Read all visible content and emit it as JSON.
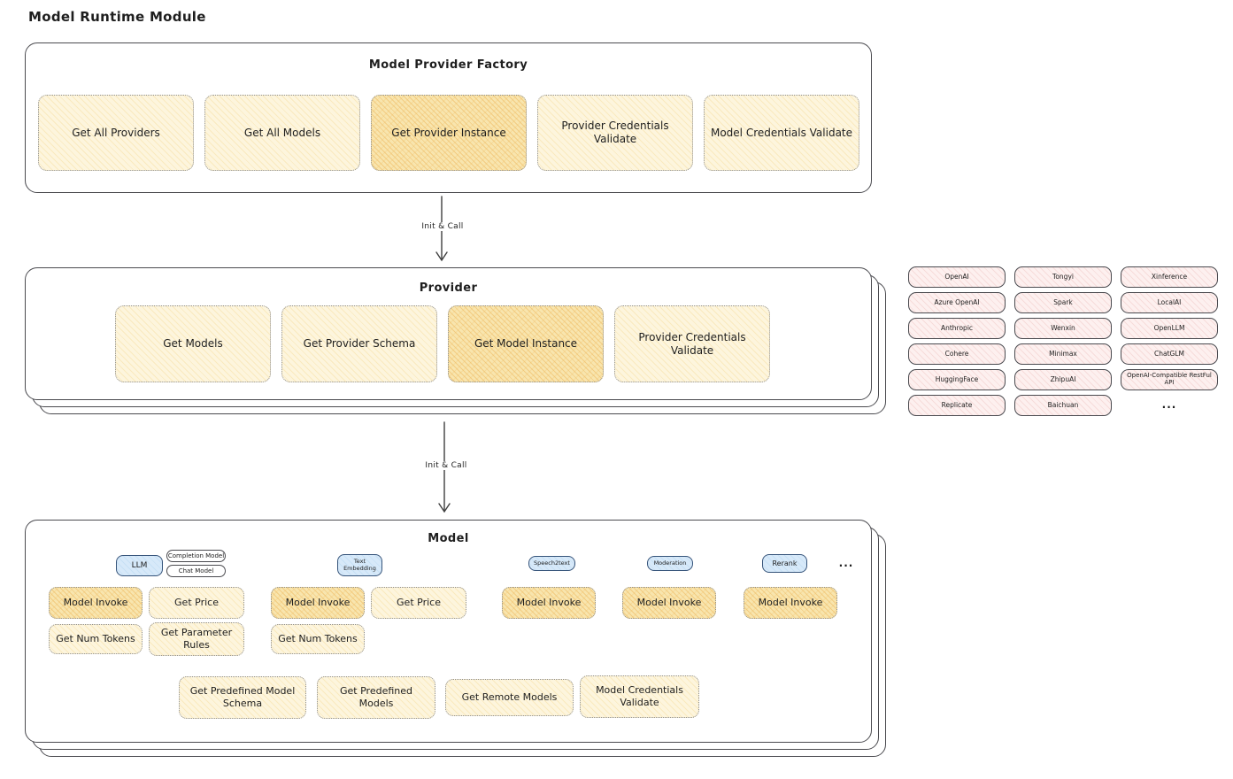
{
  "title": "Model Runtime Module",
  "colors": {
    "box_border": "#4a4a4f",
    "dotted_border": "#8f8f8f",
    "light_fill": "#fdf5dd",
    "strong_fill": "#f8e5ae",
    "pink_fill": "#fdf0ef",
    "blue_fill": "#d7e9f9",
    "blue_border": "#36547a",
    "text": "#1e1e1e"
  },
  "factory": {
    "title": "Model Provider Factory",
    "buttons": [
      {
        "label": "Get All Providers"
      },
      {
        "label": "Get All Models"
      },
      {
        "label": "Get Provider Instance"
      },
      {
        "label": "Provider Credentials Validate"
      },
      {
        "label": "Model Credentials Validate"
      }
    ]
  },
  "arrow1": {
    "label": "Init & Call"
  },
  "arrow2": {
    "label": "Init & Call"
  },
  "provider": {
    "title": "Provider",
    "buttons": [
      {
        "label": "Get Models"
      },
      {
        "label": "Get Provider Schema"
      },
      {
        "label": "Get Model Instance"
      },
      {
        "label": "Provider Credentials Validate"
      }
    ]
  },
  "providers": {
    "items": [
      "OpenAI",
      "Tongyi",
      "Xinference",
      "Azure OpenAI",
      "Spark",
      "LocalAI",
      "Anthropic",
      "Wenxin",
      "OpenLLM",
      "Cohere",
      "Minimax",
      "ChatGLM",
      "HuggingFace",
      "ZhipuAI",
      "OpenAI-Compatible RestFul API",
      "Replicate",
      "Baichuan"
    ],
    "more": "..."
  },
  "model": {
    "title": "Model",
    "badges": [
      "LLM",
      "Completion Model",
      "Chat Model",
      "Text Embedding",
      "Speech2text",
      "Moderation",
      "Rerank"
    ],
    "more": "...",
    "row1": [
      "Model Invoke",
      "Get Price",
      "Model Invoke",
      "Get Price",
      "Model Invoke",
      "Model Invoke",
      "Model Invoke"
    ],
    "row2": [
      "Get Num Tokens",
      "Get Parameter Rules",
      "Get Num Tokens"
    ],
    "row3": [
      "Get Predefined Model Schema",
      "Get Predefined Models",
      "Get Remote Models",
      "Model Credentials Validate"
    ]
  }
}
